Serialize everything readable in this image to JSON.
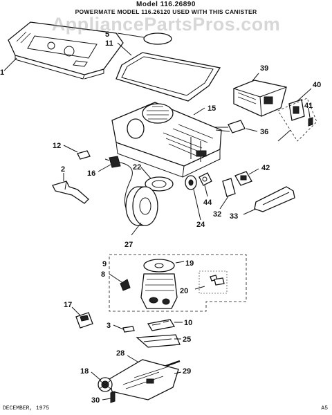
{
  "header": {
    "title": "Model 116.26890",
    "subtitle": "POWERMATE MODEL 116.26120 USED WITH THIS CANISTER"
  },
  "watermark": "AppliancePartsPros.com",
  "footer": {
    "left": "DECEMBER, 1975",
    "right": "A5"
  },
  "callouts": {
    "p1": "1",
    "p2": "2",
    "p3": "3",
    "p5": "5",
    "p8": "8",
    "p9": "9",
    "p10": "10",
    "p11": "11",
    "p12": "12",
    "p15": "15",
    "p16": "16",
    "p17": "17",
    "p18": "18",
    "p19": "19",
    "p20": "20",
    "p22": "22",
    "p24": "24",
    "p25": "25",
    "p27": "27",
    "p28": "28",
    "p29": "29",
    "p30": "30",
    "p32": "32",
    "p33": "33",
    "p36": "36",
    "p39": "39",
    "p40": "40",
    "p41": "41",
    "p42": "42",
    "p44": "44"
  }
}
